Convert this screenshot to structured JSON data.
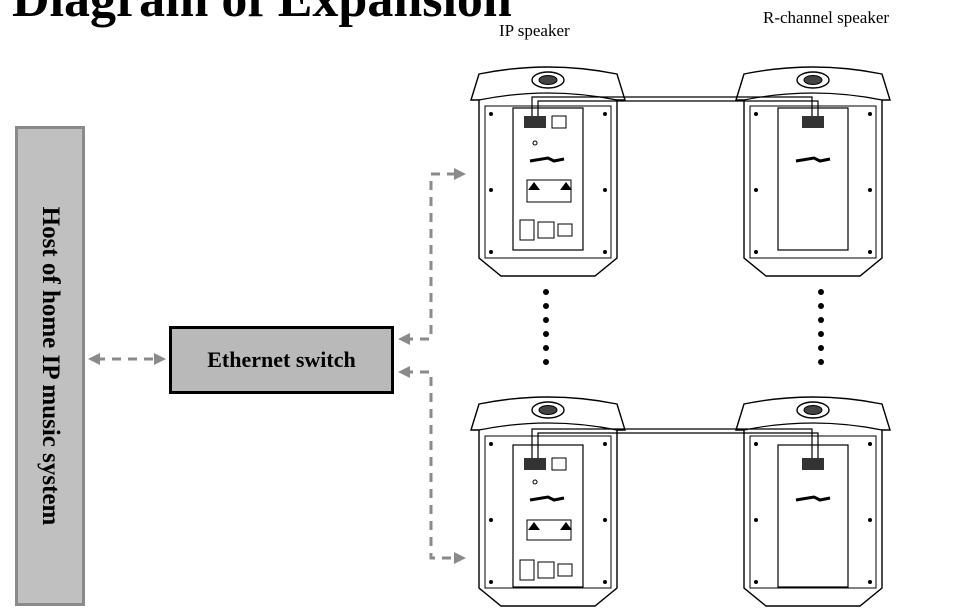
{
  "diagram": {
    "title": "Diagram of Expansion",
    "labels": {
      "ip_speaker": "IP speaker",
      "r_channel_speaker": "R-channel speaker",
      "host": "Host of home IP music system",
      "switch": "Ethernet switch"
    },
    "colors": {
      "connector": "#8a8a8a",
      "box_fill": "#b9b9b9",
      "speaker_outline": "#000000"
    }
  }
}
